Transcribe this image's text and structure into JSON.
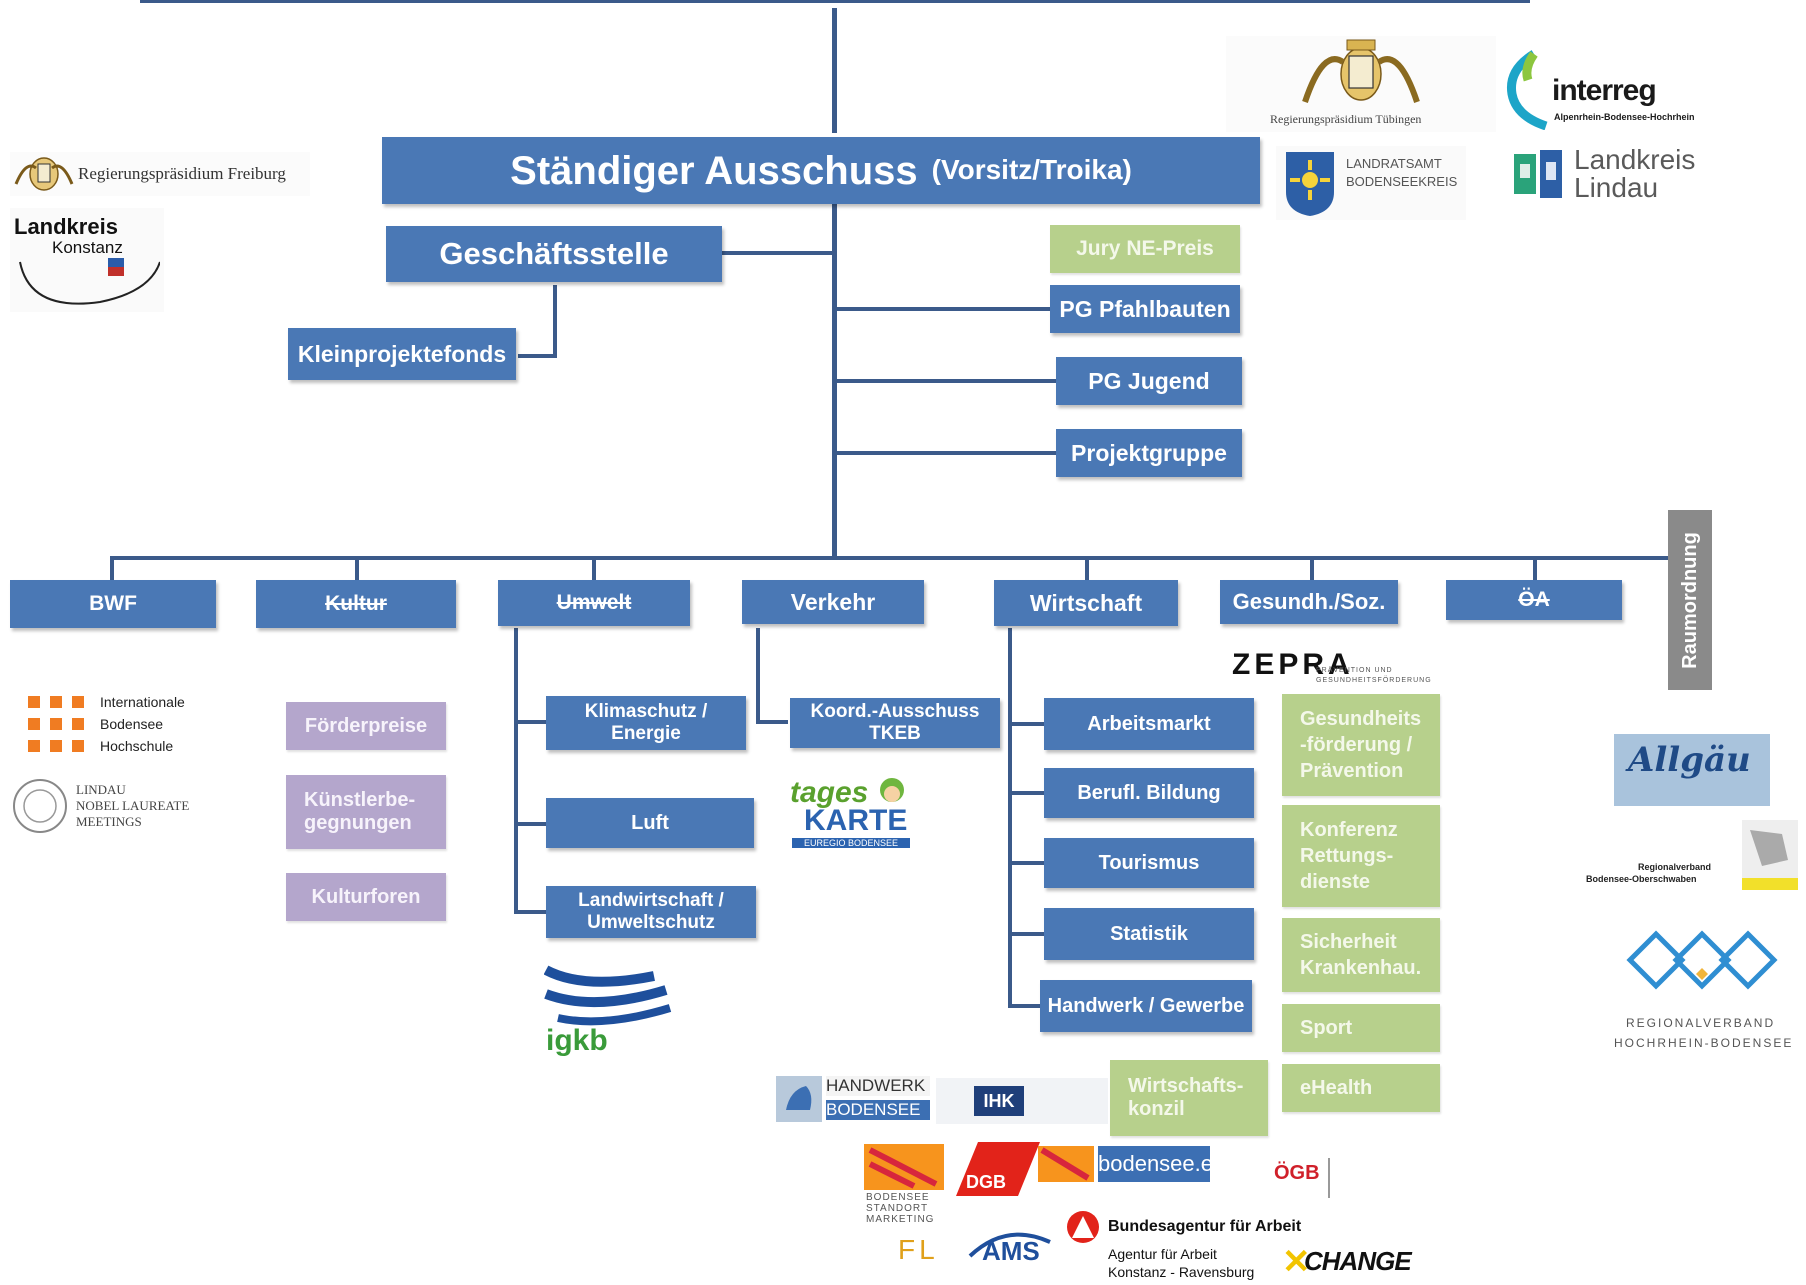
{
  "top": {
    "title_main": "Ständiger Ausschuss",
    "title_sub": "(Vorsitz/Troika)",
    "office": "Geschäftsstelle",
    "small_fund": "Kleinprojektefonds"
  },
  "side_groups": {
    "jury": "Jury NE-Preis",
    "pg_pfahlbauten": "PG Pfahlbauten",
    "pg_jugend": "PG Jugend",
    "projektgruppe": "Projektgruppe"
  },
  "commissions": [
    "BWF",
    "Kultur",
    "Umwelt",
    "Verkehr",
    "Wirtschaft",
    "Gesundh./Soz.",
    "ÖA"
  ],
  "raumordnung": "Raumordnung",
  "kultur_items": [
    "Förderpreise",
    "Künstlerbe-gegnungen",
    "Kulturforen"
  ],
  "umwelt_items": [
    "Klimaschutz / Energie",
    "Luft",
    "Landwirtschaft / Umweltschutz"
  ],
  "verkehr_items": [
    "Koord.-Ausschuss TKEB"
  ],
  "wirtschaft_items": [
    "Arbeitsmarkt",
    "Berufl. Bildung",
    "Tourismus",
    "Statistik",
    "Handwerk / Gewerbe"
  ],
  "wirtschaft_green": "Wirtschafts-konzil",
  "gesundheit_items": [
    "Gesundheits -förderung / Prävention",
    "Konferenz Rettungs-dienste",
    "Sicherheit Krankenhau.",
    "Sport",
    "eHealth"
  ],
  "logos": {
    "rp_freiburg": "Regierungspräsidium Freiburg",
    "lk_konstanz_1": "Landkreis",
    "lk_konstanz_2": "Konstanz",
    "rp_tuebingen": "Regierungspräsidium Tübingen",
    "interreg": "interreg",
    "interreg_sub": "Alpenrhein-Bodensee-Hochrhein",
    "lra_bodenseekreis_1": "LANDRATSAMT",
    "lra_bodenseekreis_2": "BODENSEEKREIS",
    "lk_lindau_1": "Landkreis",
    "lk_lindau_2": "Lindau",
    "ibh_1": "Internationale",
    "ibh_2": "Bodensee",
    "ibh_3": "Hochschule",
    "lindau_nobel_1": "LINDAU",
    "lindau_nobel_2": "NOBEL LAUREATE",
    "lindau_nobel_3": "MEETINGS",
    "tageskarte_1": "tages",
    "tageskarte_2": "KARTE",
    "tageskarte_3": "EUREGIO BODENSEE",
    "igkb": "igkb",
    "zepra": "ZEPRA",
    "zepra_sub": "PRÄVENTION UND GESUNDHEITSFÖRDERUNG",
    "allgaeu": "Allgäu",
    "rv_bo_1": "Regionalverband",
    "rv_bo_2": "Bodensee-Oberschwaben",
    "rv_hb_1": "REGIONALVERBAND",
    "rv_hb_2": "HOCHRHEIN-BODENSEE",
    "handwerk_1": "HANDWERK",
    "handwerk_2": "BODENSEE",
    "ihk": "IHK",
    "bsm_1": "BODENSEE",
    "bsm_2": "STANDORT",
    "bsm_3": "MARKETING",
    "dgb": "DGB",
    "bodensee_eu": "bodensee.eu",
    "ogb": "ÖGB",
    "fl": "FL",
    "ams": "AMS",
    "ba_1": "Bundesagentur für Arbeit",
    "ba_2": "Agentur für Arbeit",
    "ba_3": "Konstanz - Ravensburg",
    "xchange": "XCHANGE"
  }
}
